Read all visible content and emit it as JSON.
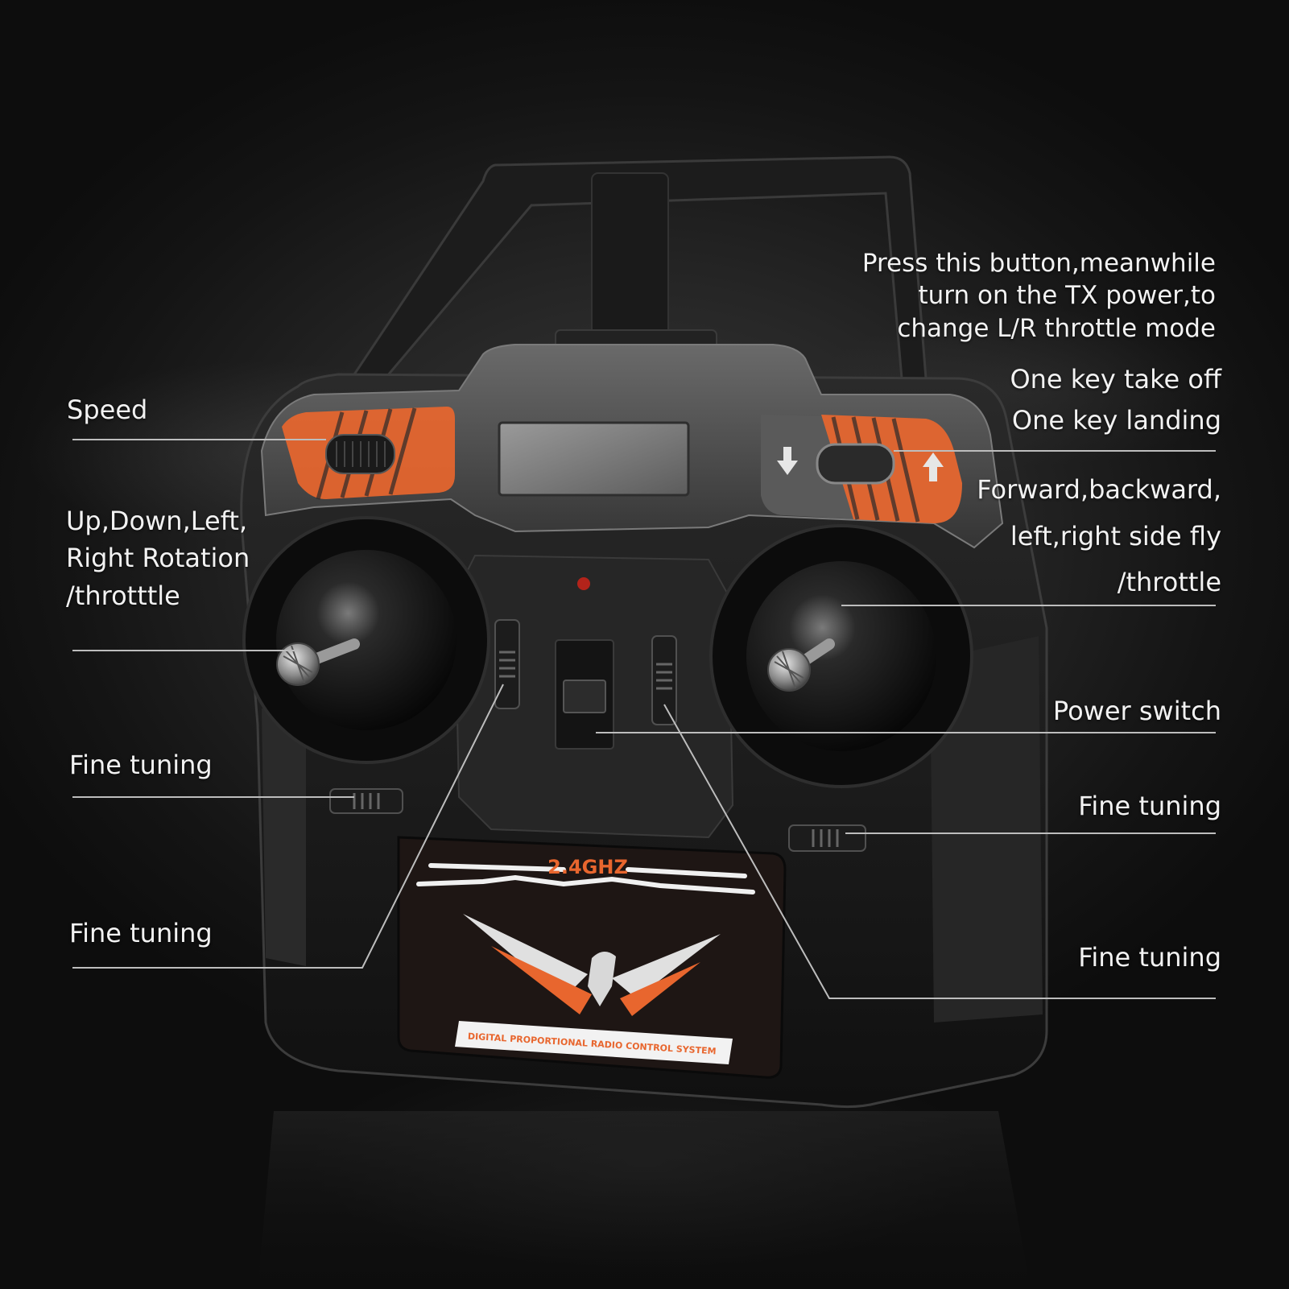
{
  "colors": {
    "accent": "#e8662e",
    "body": "#1b1b1b",
    "panel": "#4a4a4a",
    "text": "#f2f2f2",
    "leader": "#bdbdbd"
  },
  "labels": {
    "speed": "Speed",
    "left_stick": "Up,Down,Left,\nRight Rotation\n/throtttle",
    "fine_tuning_left_1": "Fine tuning",
    "fine_tuning_left_2": "Fine tuning",
    "throttle_mode": "Press this button,meanwhile\nturn on the TX power,to\nchange L/R throttle mode",
    "take_off_landing": "One key take off\nOne key landing",
    "right_stick": "Forward,backward,\nleft,right side fly\n/throttle",
    "power_switch": "Power switch",
    "fine_tuning_right_1": "Fine tuning",
    "fine_tuning_right_2": "Fine tuning"
  },
  "device": {
    "band": "2.4GHZ",
    "tagline": "DIGITAL PROPORTIONAL RADIO CONTROL SYSTEM"
  },
  "icons": [
    "eagle-logo",
    "down-arrow-icon",
    "up-arrow-icon",
    "power-led-icon"
  ]
}
